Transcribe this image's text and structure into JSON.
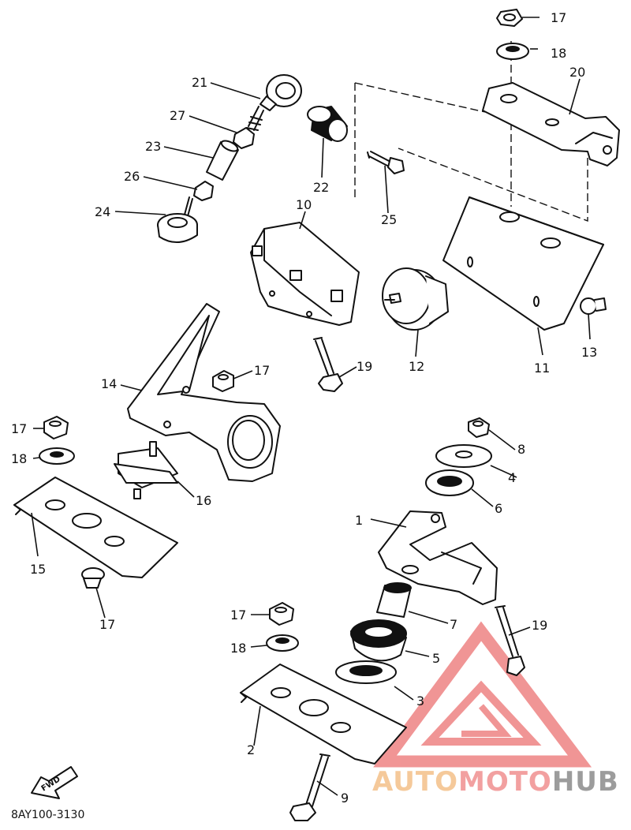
{
  "diagram_code": "8AY100-3130",
  "fwd_label": "FWD",
  "watermark": {
    "part1": "AUTO",
    "part2": "MOTO",
    "part3": "HUB",
    "colors": {
      "auto": "#f5c99a",
      "moto": "#f2a0a0",
      "hub": "#9c9c9c",
      "triangle": "#ef8a8a"
    }
  },
  "callouts": {
    "c1": "1",
    "c2": "2",
    "c3": "3",
    "c4": "4",
    "c5": "5",
    "c6": "6",
    "c7": "7",
    "c8": "8",
    "c9": "9",
    "c10": "10",
    "c11": "11",
    "c12": "12",
    "c13": "13",
    "c14": "14",
    "c15": "15",
    "c16": "16",
    "c17a": "17",
    "c17b": "17",
    "c17c": "17",
    "c17d": "17",
    "c17e": "17",
    "c18a": "18",
    "c18b": "18",
    "c18c": "18",
    "c19a": "19",
    "c19b": "19",
    "c20": "20",
    "c21": "21",
    "c22": "22",
    "c23": "23",
    "c24": "24",
    "c25": "25",
    "c26": "26",
    "c27": "27"
  }
}
